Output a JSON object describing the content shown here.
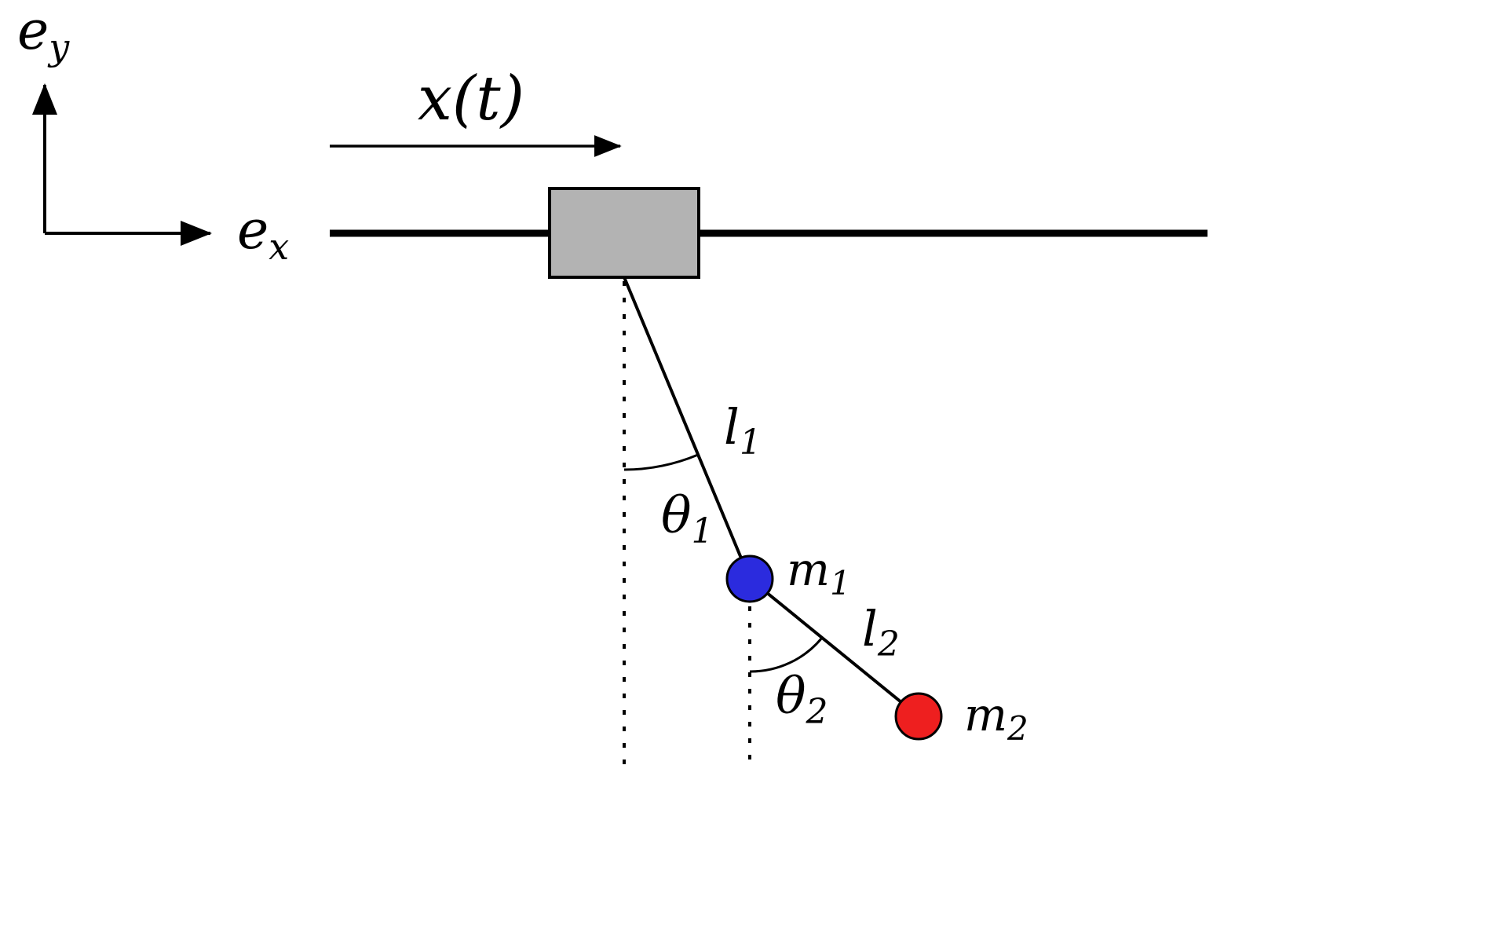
{
  "labels": {
    "axis_y": {
      "base": "e",
      "sub": "y"
    },
    "axis_x": {
      "base": "e",
      "sub": "x"
    },
    "displacement": "x(t)",
    "rod1_length": {
      "base": "l",
      "sub": "1"
    },
    "angle1": {
      "base": "θ",
      "sub": "1"
    },
    "mass1": {
      "base": "m",
      "sub": "1"
    },
    "rod2_length": {
      "base": "l",
      "sub": "2"
    },
    "angle2": {
      "base": "θ",
      "sub": "2"
    },
    "mass2": {
      "base": "m",
      "sub": "2"
    }
  },
  "colors": {
    "mass1_fill": "#2b2bde",
    "mass2_fill": "#ee1f1f",
    "cart_fill": "#b3b3b3",
    "stroke": "#000000"
  }
}
